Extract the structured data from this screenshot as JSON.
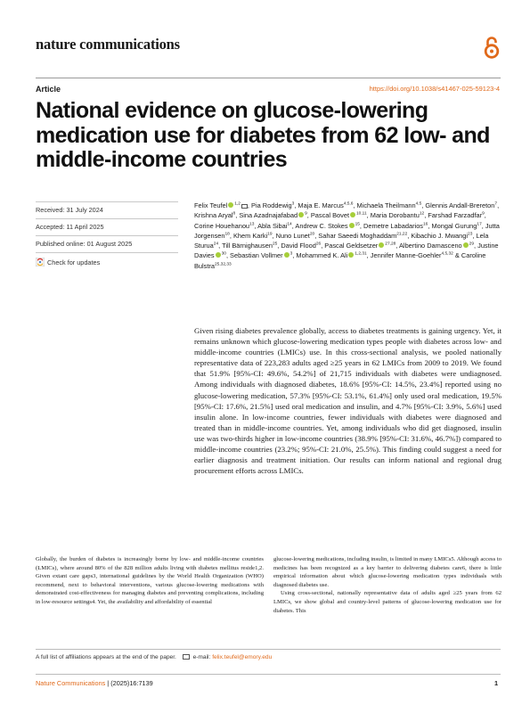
{
  "journal_name": "nature communications",
  "article_type": "Article",
  "doi": "https://doi.org/10.1038/s41467-025-59123-4",
  "title": "National evidence on glucose-lowering medication use for diabetes from 62 low- and middle-income countries",
  "dates": {
    "received": "Received: 31 July 2024",
    "accepted": "Accepted: 11 April 2025",
    "published": "Published online: 01 August 2025"
  },
  "check_updates": "Check for updates",
  "authors_line1": "Felix Teufel",
  "authors_line1_sup": "1,2",
  "authors_line1_rest": ", Pia Roddewig",
  "authors_html_note": "author list below",
  "authors": [
    {
      "name": "Felix Teufel",
      "sup": "1,2",
      "orcid": true,
      "mail": true
    },
    {
      "name": "Pia Roddewig",
      "sup": "3"
    },
    {
      "name": "Maja E. Marcus",
      "sup": "4,5,6"
    },
    {
      "name": "Michaela Theilmann",
      "sup": "4,5"
    },
    {
      "name": "Glennis Andall-Brereton",
      "sup": "7"
    },
    {
      "name": "Krishna Aryal",
      "sup": "8"
    },
    {
      "name": "Sina Azadnajafabad",
      "sup": "9",
      "orcid": true
    },
    {
      "name": "Pascal Bovet",
      "sup": "10,11",
      "orcid": true
    },
    {
      "name": "Maria Dorobantu",
      "sup": "12"
    },
    {
      "name": "Farshad Farzadfar",
      "sup": "9"
    },
    {
      "name": "Corine Houehanou",
      "sup": "13"
    },
    {
      "name": "Abla Sibai",
      "sup": "14"
    },
    {
      "name": "Andrew C. Stokes",
      "sup": "15",
      "orcid": true
    },
    {
      "name": "Demetre Labadarios",
      "sup": "16"
    },
    {
      "name": "Mongal Gurung",
      "sup": "17"
    },
    {
      "name": "Jutta Jorgensen",
      "sup": "18"
    },
    {
      "name": "Khem Karki",
      "sup": "19"
    },
    {
      "name": "Nuno Lunet",
      "sup": "20"
    },
    {
      "name": "Sahar Saeedi Moghaddam",
      "sup": "21,22"
    },
    {
      "name": "Kibachio J. Mwangi",
      "sup": "23"
    },
    {
      "name": "Lela Sturua",
      "sup": "24"
    },
    {
      "name": "Till Bärnighausen",
      "sup": "25"
    },
    {
      "name": "David Flood",
      "sup": "26"
    },
    {
      "name": "Pascal Geldsetzer",
      "sup": "27,28",
      "orcid": true
    },
    {
      "name": "Albertino Damasceno",
      "sup": "29",
      "orcid": true
    },
    {
      "name": "Justine Davies",
      "sup": "30",
      "orcid": true
    },
    {
      "name": "Sebastian Vollmer",
      "sup": "3",
      "orcid": true
    },
    {
      "name": "Mohammed K. Ali",
      "sup": "1,2,31",
      "orcid": true
    },
    {
      "name": "Jennifer Manne-Goehler",
      "sup": "4,5,32",
      "last_sep": " &"
    },
    {
      "name": "Caroline Bulstra",
      "sup": "25,32,33"
    }
  ],
  "abstract": "Given rising diabetes prevalence globally, access to diabetes treatments is gaining urgency. Yet, it remains unknown which glucose-lowering medication types people with diabetes across low- and middle-income countries (LMICs) use. In this cross-sectional analysis, we pooled nationally representative data of 223,283 adults aged ≥25 years in 62 LMICs from 2009 to 2019. We found that 51.9% [95%-CI: 49.6%, 54.2%] of 21,715 individuals with diabetes were undiagnosed. Among individuals with diagnosed diabetes, 18.6% [95%-CI: 14.5%, 23.4%] reported using no glucose-lowering medication, 57.3% [95%-CI: 53.1%, 61.4%] only used oral medication, 19.5% [95%-CI: 17.6%, 21.5%] used oral medication and insulin, and 4.7% [95%-CI: 3.9%, 5.6%] used insulin alone. In low-income countries, fewer individuals with diabetes were diagnosed and treated than in middle-income countries. Yet, among individuals who did get diagnosed, insulin use was two-thirds higher in low-income countries (38.9% [95%-CI: 31.6%, 46.7%]) compared to middle-income countries (23.2%; 95%-CI: 21.0%, 25.5%). This finding could suggest a need for earlier diagnosis and treatment initiation. Our results can inform national and regional drug procurement efforts across LMICs.",
  "body": {
    "col1": "Globally, the burden of diabetes is increasingly borne by low- and middle-income countries (LMICs), where around 80% of the 828 million adults living with diabetes mellitus reside1,2. Given extant care gaps3, international guidelines by the World Health Organization (WHO) recommend, next to behavioral interventions, various glucose-lowering medications with demonstrated cost-effectiveness for managing diabetes and preventing complications, including in low-resource settings4. Yet, the availability and affordability of essential",
    "col2_p1": "glucose-lowering medications, including insulin, is limited in many LMICs5. Although access to medicines has been recognized as a key barrier to delivering diabetes care6, there is little empirical information about which glucose-lowering medication types individuals with diagnosed diabetes use.",
    "col2_p2": "Using cross-sectional, nationally representative data of adults aged ≥25 years from 62 LMICs, we show global and country-level patterns of glucose-lowering medication use for diabetes. This"
  },
  "footnote": {
    "text": "A full list of affiliations appears at the end of the paper.",
    "email_label": "e-mail:",
    "email": "felix.teufel@emory.edu"
  },
  "footer": {
    "journal": "Nature Communications",
    "citation": " | (2025)16:7139",
    "page": "1"
  },
  "colors": {
    "accent": "#e0691a",
    "orcid": "#a6ce39"
  }
}
